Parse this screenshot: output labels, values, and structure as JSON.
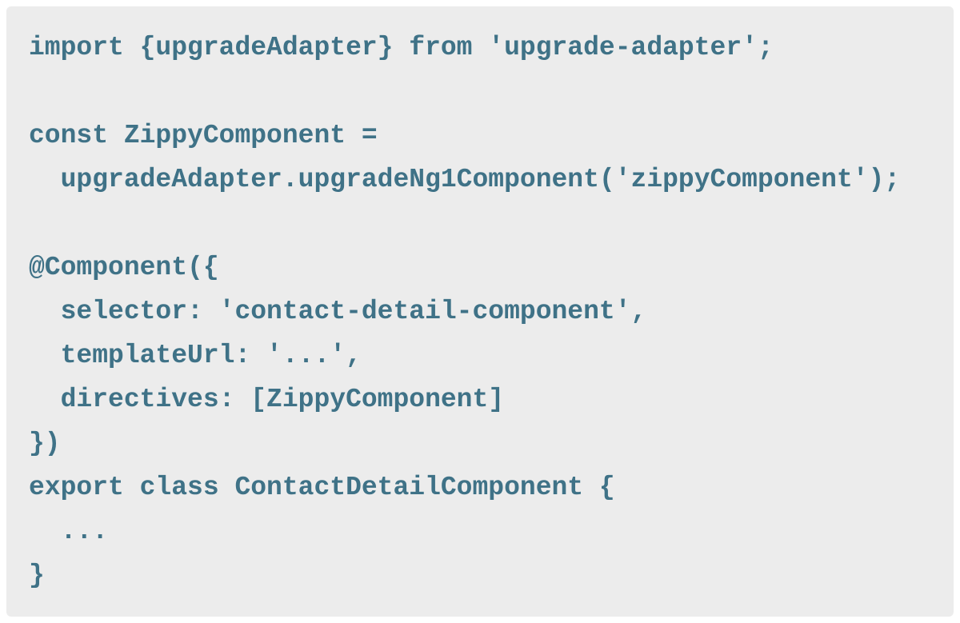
{
  "colors": {
    "page_background": "#ffffff",
    "panel_background": "#ececec",
    "code_text": "#3f7287"
  },
  "code_block": {
    "lines": [
      "import {upgradeAdapter} from 'upgrade-adapter';",
      "",
      "const ZippyComponent =",
      "  upgradeAdapter.upgradeNg1Component('zippyComponent');",
      "",
      "@Component({",
      "  selector: 'contact-detail-component',",
      "  templateUrl: '...',",
      "  directives: [ZippyComponent]",
      "})",
      "export class ContactDetailComponent {",
      "  ...",
      "}"
    ]
  }
}
